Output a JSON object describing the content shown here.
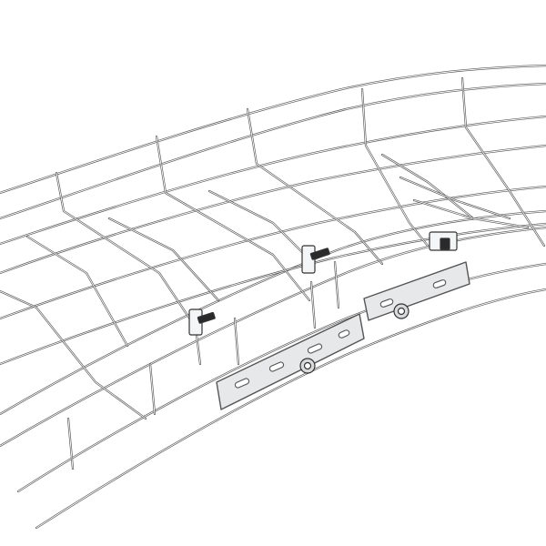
{
  "colors": {
    "wire": "#555555",
    "background": "#ffffff",
    "plate_fill": "#e6e8ea",
    "plate_highlight": "#f4f5f6",
    "bolt_thread": "#2a2a2a",
    "nut": "#d8dadc"
  },
  "parts": [
    {
      "id": "wire-mesh-tray-bend",
      "kind": "tray"
    },
    {
      "id": "splice-plate",
      "kind": "plate",
      "count": 2
    },
    {
      "id": "bolt-with-clamp",
      "kind": "fastener",
      "count": 3
    },
    {
      "id": "flange-nut",
      "kind": "fastener",
      "count": 2
    }
  ]
}
